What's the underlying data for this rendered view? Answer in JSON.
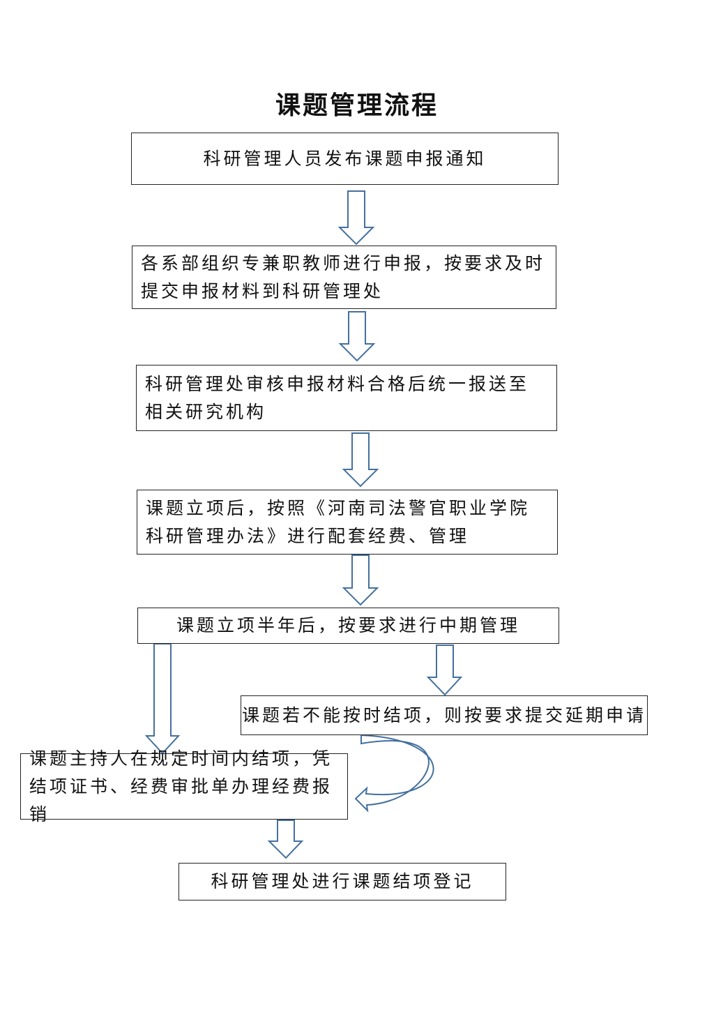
{
  "title": "课题管理流程",
  "steps": {
    "s1": "科研管理人员发布课题申报通知",
    "s2": "各系部组织专兼职教师进行申报，按要求及时提交申报材料到科研管理处",
    "s3": "科研管理处审核申报材料合格后统一报送至相关研究机构",
    "s4": "课题立项后，按照《河南司法警官职业学院科研管理办法》进行配套经费、管理",
    "s5": "课题立项半年后，按要求进行中期管理",
    "s6": "课题若不能按时结项，则按要求提交延期申请",
    "s7": "课题主持人在规定时间内结项，凭结项证书、经费审批单办理经费报销",
    "s8": "科研管理处进行课题结项登记"
  },
  "colors": {
    "arrow_stroke": "#44709e",
    "box_border": "#222222"
  }
}
